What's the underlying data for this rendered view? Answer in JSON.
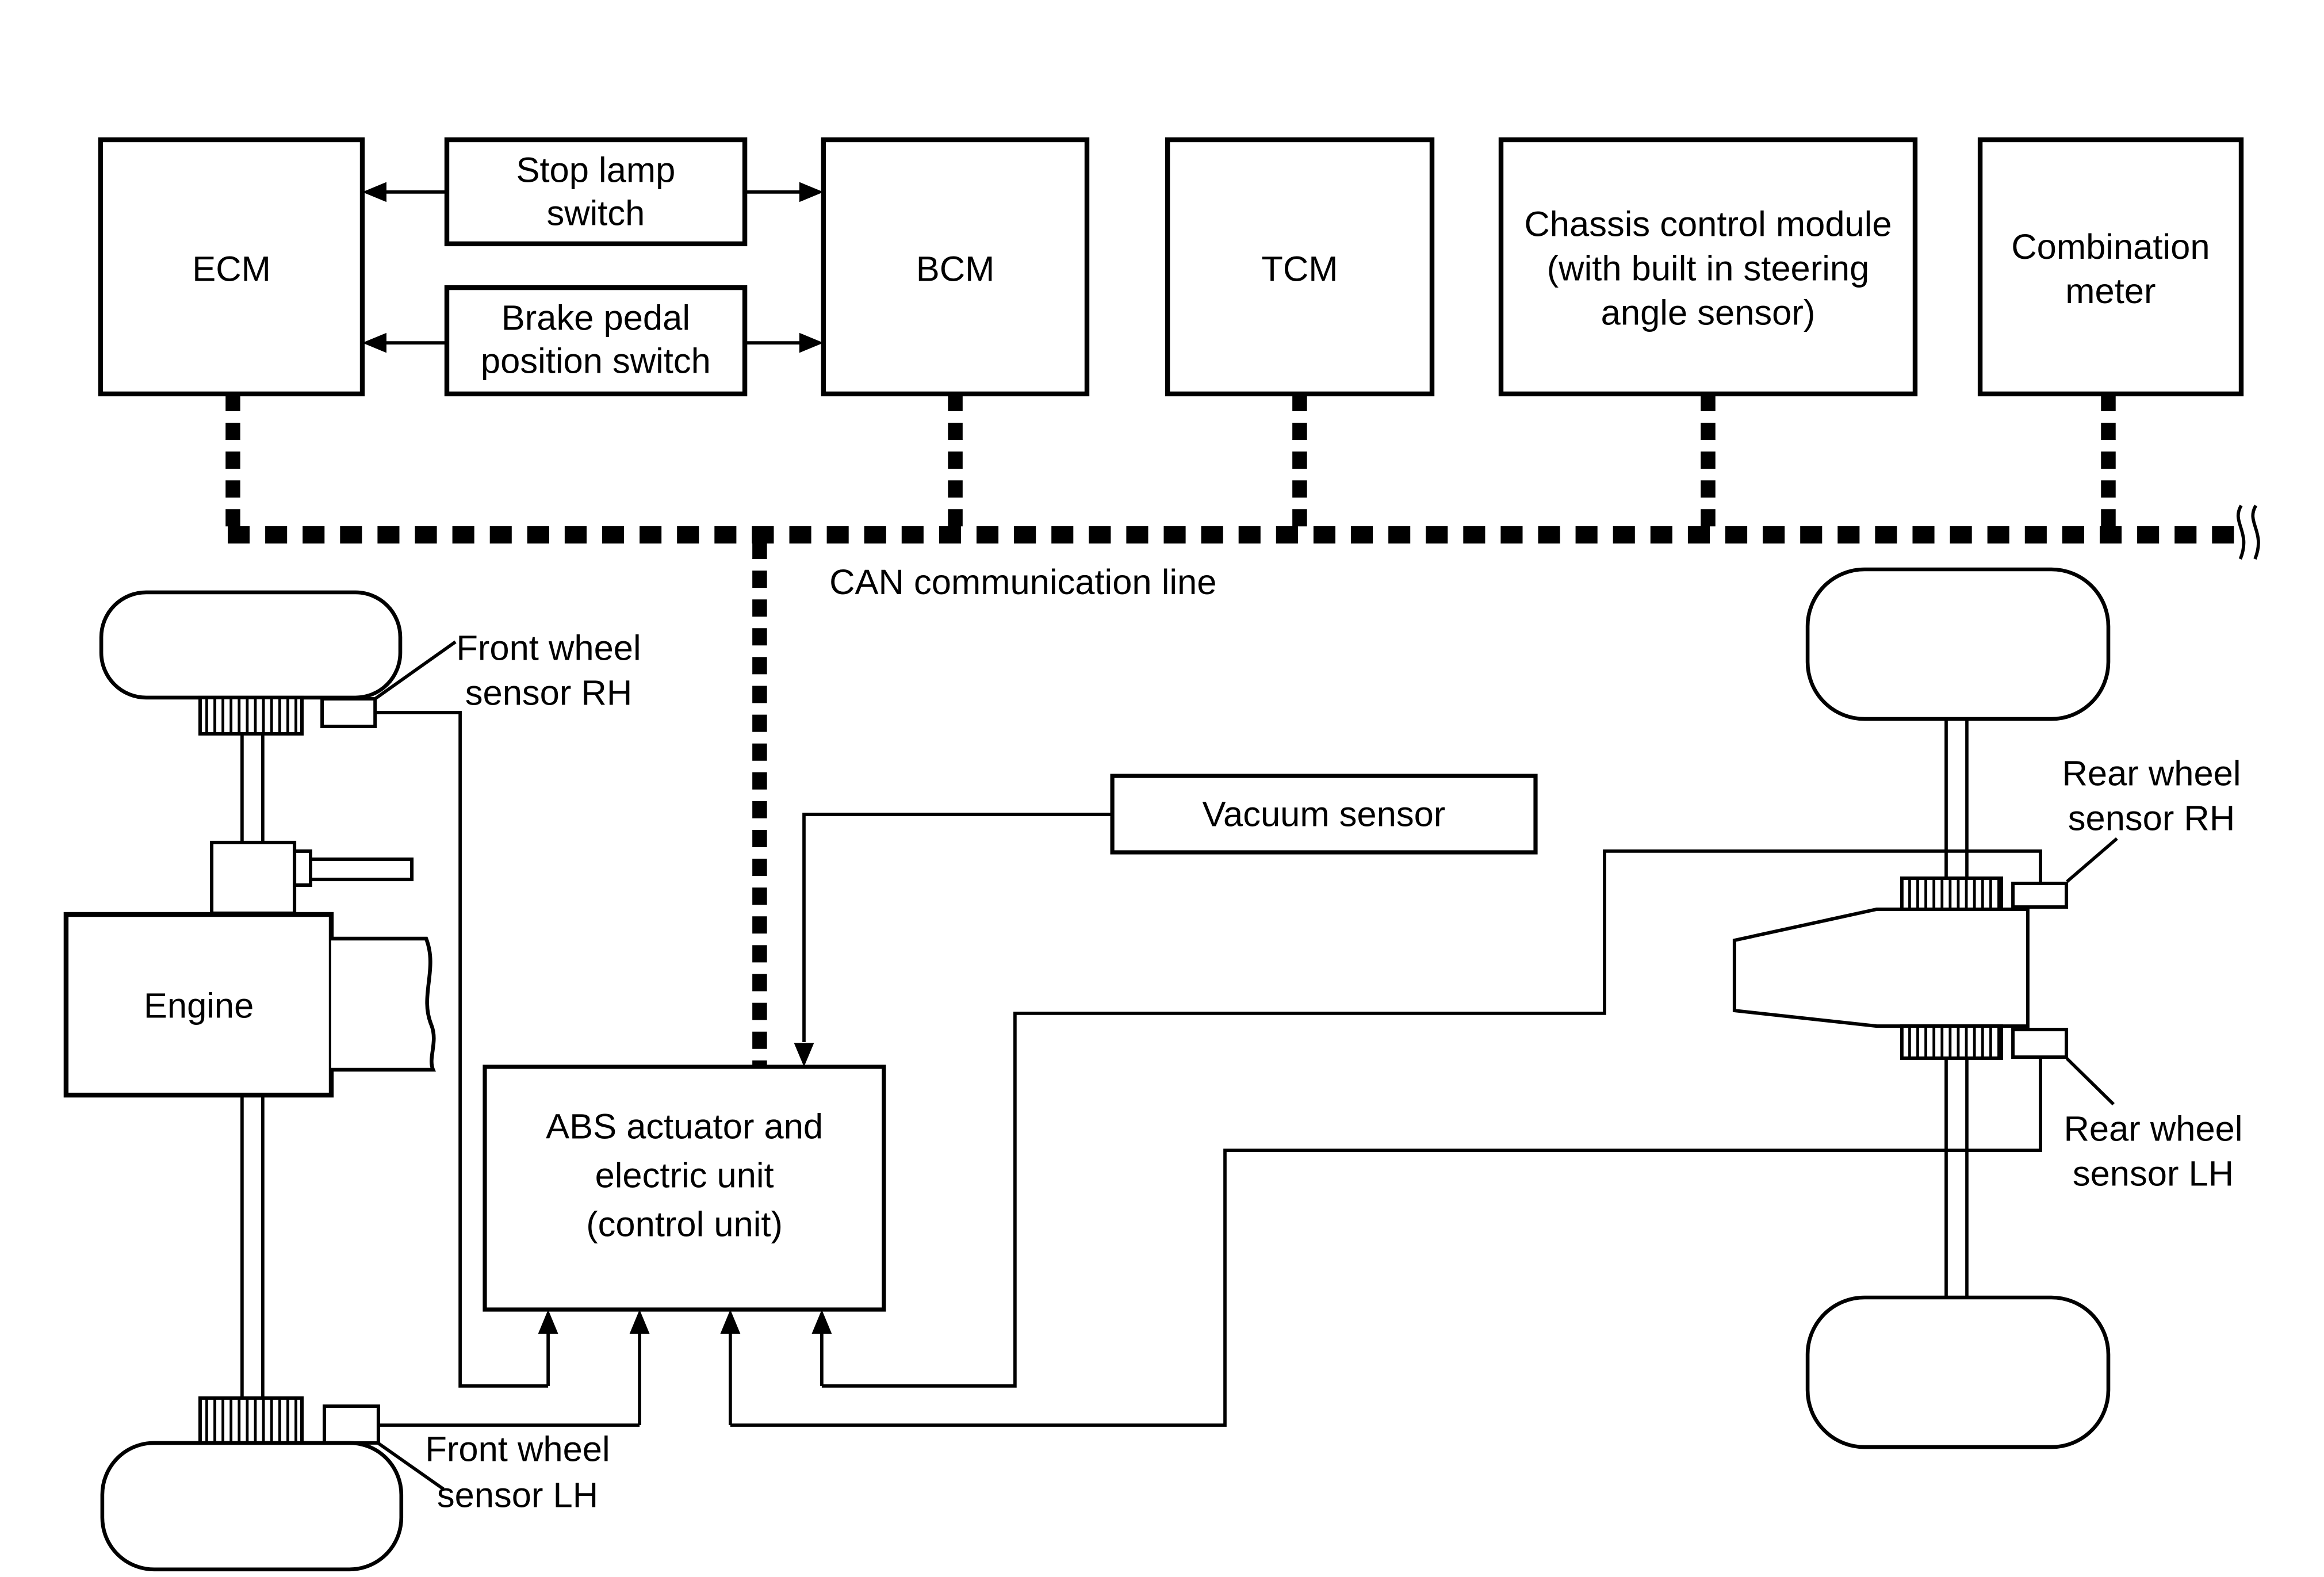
{
  "colors": {
    "line": "#000000",
    "background": "#ffffff"
  },
  "modules": {
    "ecm": "ECM",
    "stop_lamp": [
      "Stop lamp",
      "switch"
    ],
    "brake_pedal": [
      "Brake pedal",
      "position switch"
    ],
    "bcm": "BCM",
    "tcm": "TCM",
    "chassis": [
      "Chassis control module",
      "(with built in steering",
      "angle sensor)"
    ],
    "combination": [
      "Combination",
      "meter"
    ]
  },
  "bus": {
    "label": "CAN communication line"
  },
  "units": {
    "engine": "Engine",
    "vacuum": "Vacuum sensor",
    "abs": [
      "ABS actuator and",
      "electric unit",
      "(control unit)"
    ]
  },
  "wheel_sensors": {
    "front_rh": [
      "Front wheel",
      "sensor RH"
    ],
    "front_lh": [
      "Front wheel",
      "sensor LH"
    ],
    "rear_rh": [
      "Rear wheel",
      "sensor RH"
    ],
    "rear_lh": [
      "Rear wheel",
      "sensor LH"
    ]
  }
}
